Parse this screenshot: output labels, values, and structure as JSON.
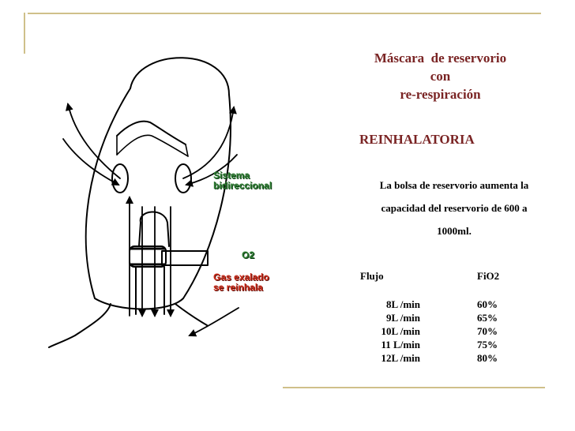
{
  "slide": {
    "title_lines": [
      "Máscara  de reservorio",
      "con",
      "re-respiración"
    ],
    "subtitle": "REINHALATORIA",
    "description_lines": [
      "La bolsa de reservorio aumenta la",
      "capacidad del reservorio de 600 a",
      "1000ml."
    ],
    "table": {
      "headers": [
        "Flujo",
        "FiO2"
      ],
      "rows": [
        [
          "8L /min",
          "60%"
        ],
        [
          "9L /min",
          "65%"
        ],
        [
          "10L /min",
          "70%"
        ],
        [
          "11 L/min",
          "75%"
        ],
        [
          "12L /min",
          "80%"
        ]
      ]
    }
  },
  "diagram": {
    "label_sistema_lines": [
      "Sistema",
      "bidireccional"
    ],
    "label_o2": "O2",
    "label_gas_lines": [
      "Gas exalado",
      "se reinhala"
    ]
  },
  "colors": {
    "title": "#7a2424",
    "decor": "#cfc08a",
    "label_green": "#2e7d32",
    "label_red": "#cc2b1a"
  }
}
